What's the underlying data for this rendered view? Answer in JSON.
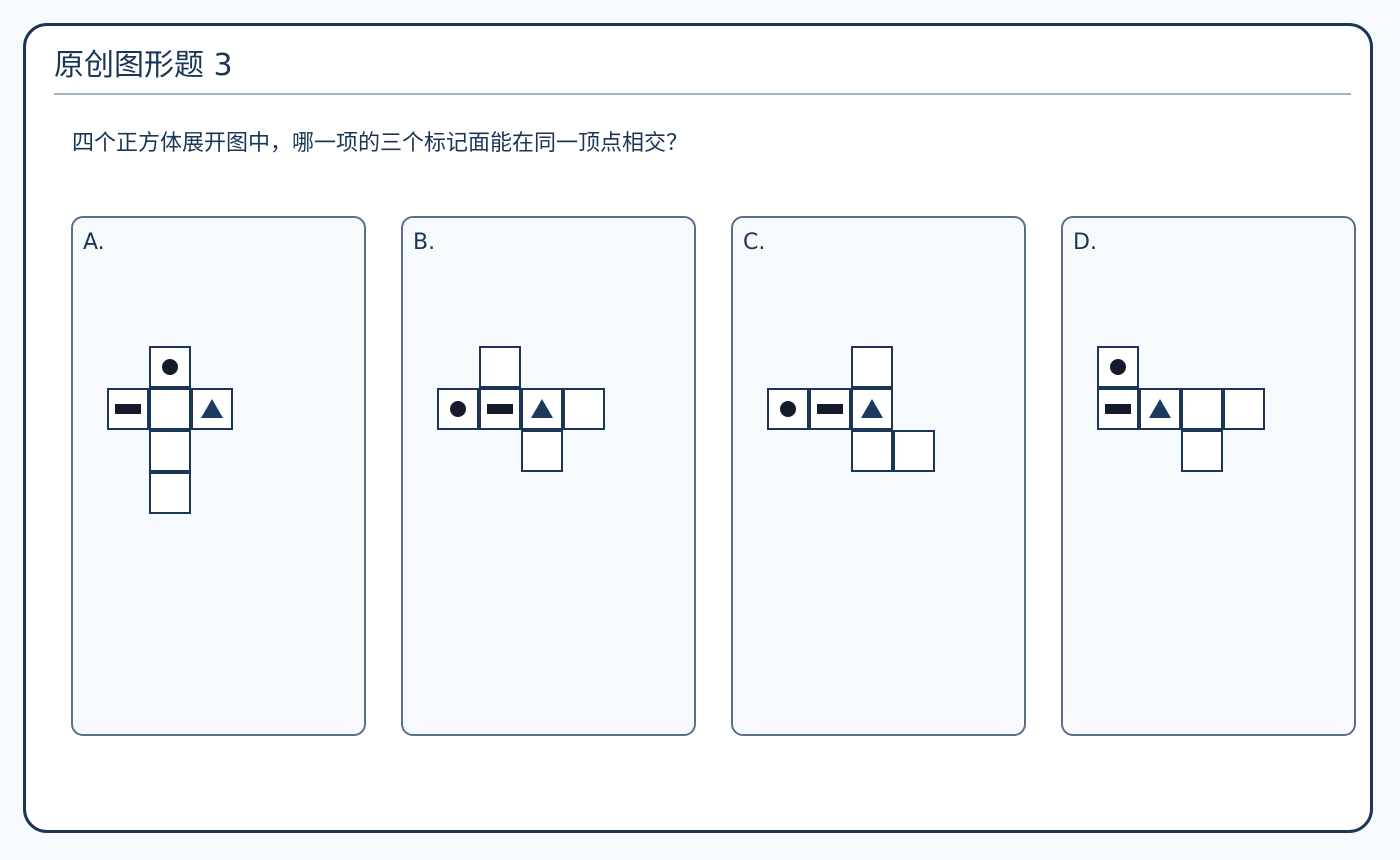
{
  "title": "原创图形题 3",
  "question": "四个正方体展开图中，哪一项的三个标记面能在同一顶点相交？",
  "options": [
    {
      "label": "A.",
      "faces": [
        {
          "col": 1,
          "row": 0,
          "mark": "dot-icon"
        },
        {
          "col": 0,
          "row": 1,
          "mark": "bar-icon"
        },
        {
          "col": 1,
          "row": 1,
          "mark": ""
        },
        {
          "col": 2,
          "row": 1,
          "mark": "triangle-icon"
        },
        {
          "col": 1,
          "row": 2,
          "mark": ""
        },
        {
          "col": 1,
          "row": 3,
          "mark": ""
        }
      ]
    },
    {
      "label": "B.",
      "faces": [
        {
          "col": 1,
          "row": 0,
          "mark": ""
        },
        {
          "col": 0,
          "row": 1,
          "mark": "dot-icon"
        },
        {
          "col": 1,
          "row": 1,
          "mark": "bar-icon"
        },
        {
          "col": 2,
          "row": 1,
          "mark": "triangle-icon"
        },
        {
          "col": 3,
          "row": 1,
          "mark": ""
        },
        {
          "col": 2,
          "row": 2,
          "mark": ""
        }
      ]
    },
    {
      "label": "C.",
      "faces": [
        {
          "col": 2,
          "row": 0,
          "mark": ""
        },
        {
          "col": 0,
          "row": 1,
          "mark": "dot-icon"
        },
        {
          "col": 1,
          "row": 1,
          "mark": "bar-icon"
        },
        {
          "col": 2,
          "row": 1,
          "mark": "triangle-icon"
        },
        {
          "col": 2,
          "row": 2,
          "mark": ""
        },
        {
          "col": 3,
          "row": 2,
          "mark": ""
        }
      ]
    },
    {
      "label": "D.",
      "faces": [
        {
          "col": 0,
          "row": 0,
          "mark": "dot-icon"
        },
        {
          "col": 0,
          "row": 1,
          "mark": "bar-icon"
        },
        {
          "col": 1,
          "row": 1,
          "mark": "triangle-icon"
        },
        {
          "col": 2,
          "row": 1,
          "mark": ""
        },
        {
          "col": 3,
          "row": 1,
          "mark": ""
        },
        {
          "col": 2,
          "row": 2,
          "mark": ""
        }
      ]
    }
  ]
}
